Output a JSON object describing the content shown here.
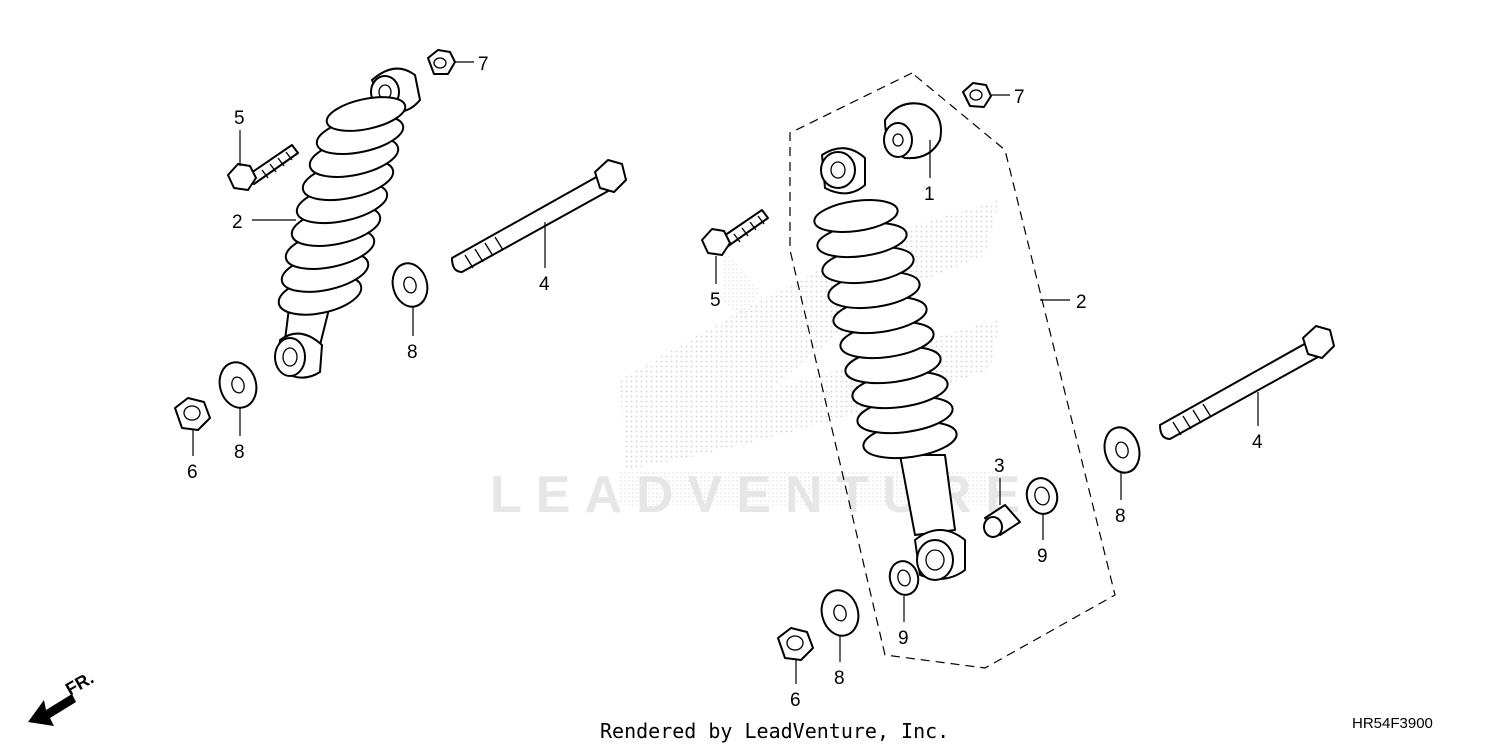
{
  "diagram": {
    "callouts": {
      "left_7": "7",
      "left_5": "5",
      "left_2": "2",
      "left_4": "4",
      "left_8_washer": "8",
      "left_8_lower": "8",
      "left_6": "6",
      "right_7": "7",
      "right_1": "1",
      "right_5": "5",
      "right_2": "2",
      "right_4": "4",
      "right_3": "3",
      "right_9_a": "9",
      "right_8_washer": "8",
      "right_9_b": "9",
      "right_8_lower": "8",
      "right_6": "6"
    },
    "direction_label": "FR.",
    "watermark": "LEADVENTURE",
    "footer_text": "Rendered by LeadVenture, Inc.",
    "diagram_code": "HR54F3900"
  }
}
